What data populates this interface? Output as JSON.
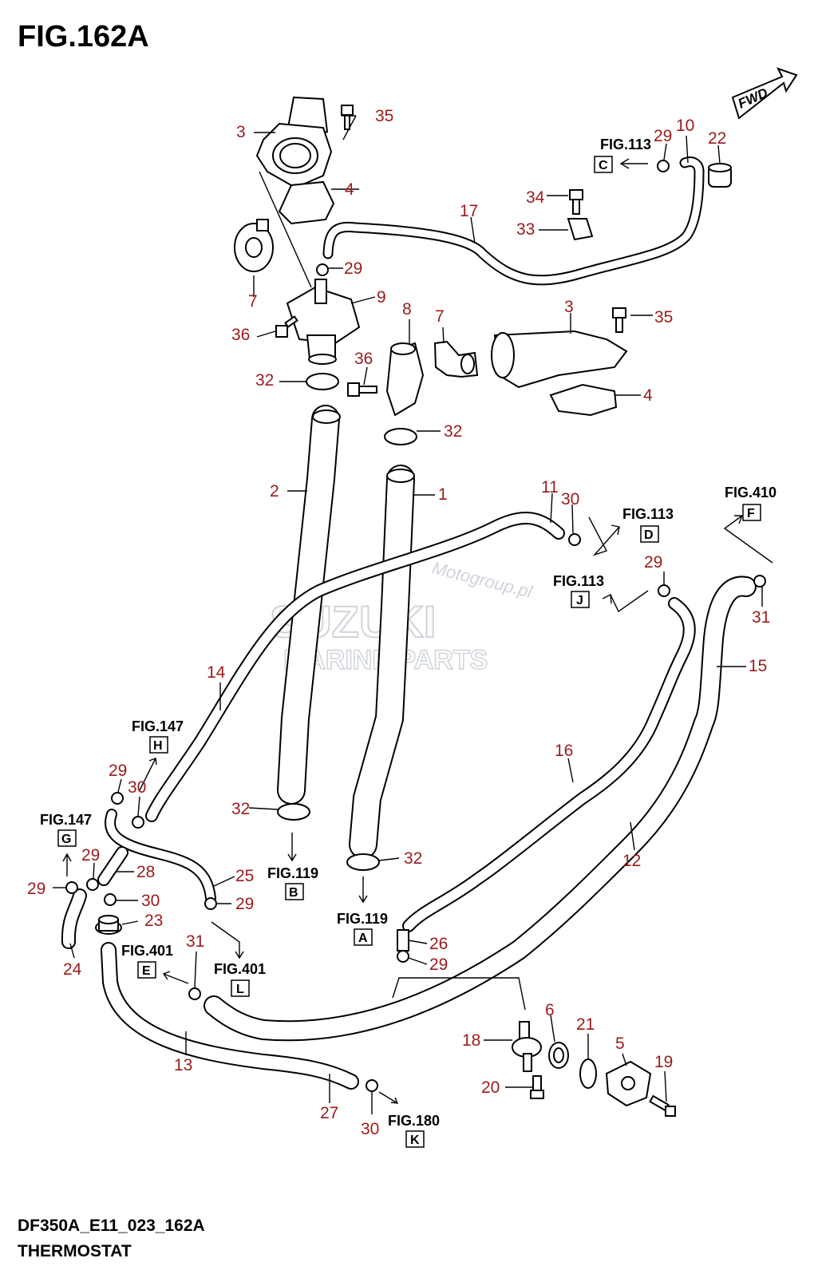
{
  "figure": {
    "title": "FIG.162A"
  },
  "footer": {
    "code": "DF350A_E11_023_162A",
    "name": "THERMOSTAT"
  },
  "fwd_label": "FWD",
  "watermark": {
    "brand": "SUZUKI",
    "line2": "MARINE PARTS",
    "site": "Motogroup.pl"
  },
  "callouts": {
    "c35a": "35",
    "c3a": "3",
    "c4a": "4",
    "c7a": "7",
    "c29a": "29",
    "c9": "9",
    "c36a": "36",
    "c32a": "32",
    "c36b": "36",
    "c8": "8",
    "c7b": "7",
    "c3b": "3",
    "c35b": "35",
    "c4b": "4",
    "c32b": "32",
    "c29b": "29",
    "c10": "10",
    "c22": "22",
    "c34": "34",
    "c33": "33",
    "c17": "17",
    "c2": "2",
    "c1": "1",
    "c11": "11",
    "c30a": "30",
    "c29c": "29",
    "c31a": "31",
    "c15": "15",
    "c14": "14",
    "c16": "16",
    "c12": "12",
    "c29d": "29",
    "c30b": "30",
    "c29e": "29",
    "c28": "28",
    "c29f": "29",
    "c30c": "30",
    "c23": "23",
    "c24": "24",
    "c25": "25",
    "c29g": "29",
    "c32c": "32",
    "c32d": "32",
    "c26": "26",
    "c29h": "29",
    "c31b": "31",
    "c13": "13",
    "c27": "27",
    "c30d": "30",
    "c18": "18",
    "c6": "6",
    "c21": "21",
    "c5": "5",
    "c19": "19",
    "c20": "20"
  },
  "fig_refs": {
    "r113c": {
      "fig": "FIG.113",
      "letter": "C"
    },
    "r113d": {
      "fig": "FIG.113",
      "letter": "D"
    },
    "r410f": {
      "fig": "FIG.410",
      "letter": "F"
    },
    "r113j": {
      "fig": "FIG.113",
      "letter": "J"
    },
    "r147h": {
      "fig": "FIG.147",
      "letter": "H"
    },
    "r147g": {
      "fig": "FIG.147",
      "letter": "G"
    },
    "r119b": {
      "fig": "FIG.119",
      "letter": "B"
    },
    "r119a": {
      "fig": "FIG.119",
      "letter": "A"
    },
    "r401e": {
      "fig": "FIG.401",
      "letter": "E"
    },
    "r401l": {
      "fig": "FIG.401",
      "letter": "L"
    },
    "r180k": {
      "fig": "FIG.180",
      "letter": "K"
    }
  }
}
